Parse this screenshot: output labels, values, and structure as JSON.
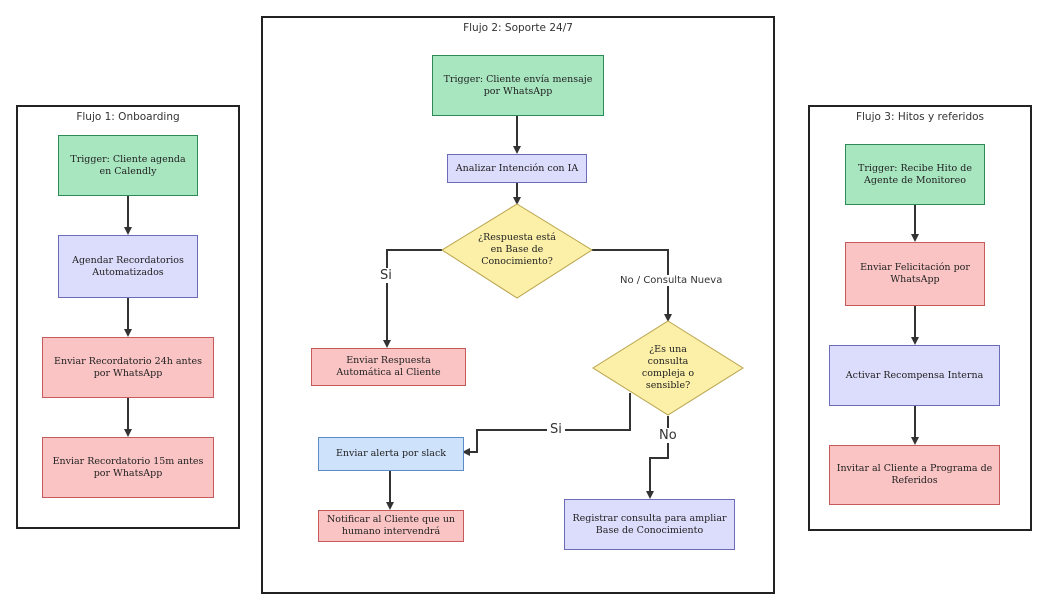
{
  "flows": {
    "onboarding": {
      "title": "Flujo 1: Onboarding",
      "nodes": [
        "Trigger: Cliente agenda en Calendly",
        "Agendar Recordatorios Automatizados",
        "Enviar Recordatorio 24h antes por WhatsApp",
        "Enviar Recordatorio 15m antes por WhatsApp"
      ]
    },
    "support": {
      "title": "Flujo 2: Soporte 24/7",
      "trigger": "Trigger: Cliente envía mensaje por WhatsApp",
      "analyze": "Analizar Intención con IA",
      "decision1": "¿Respuesta está en Base de Conocimiento?",
      "yes1": "Si",
      "no1": "No / Consulta Nueva",
      "auto_reply": "Enviar Respuesta Automática al Cliente",
      "decision2": "¿Es una consulta compleja o sensible?",
      "yes2": "Si",
      "no2": "No",
      "slack_alert": "Enviar alerta por slack",
      "notify_human": "Notificar al Cliente que un humano intervendrá",
      "register_query": "Registrar consulta para ampliar Base de Conocimiento"
    },
    "milestones": {
      "title": "Flujo 3: Hitos y referidos",
      "nodes": [
        "Trigger: Recibe Hito de Agente de Monitoreo",
        "Enviar Felicitación por WhatsApp",
        "Activar Recompensa Interna",
        "Invitar al Cliente a Programa de Referidos"
      ]
    }
  },
  "colors": {
    "trigger": "#a8e6c0",
    "process": "#dcdcfc",
    "message": "#fbc4c4",
    "alert": "#cfe2fb",
    "decision": "#fcf0a8"
  }
}
